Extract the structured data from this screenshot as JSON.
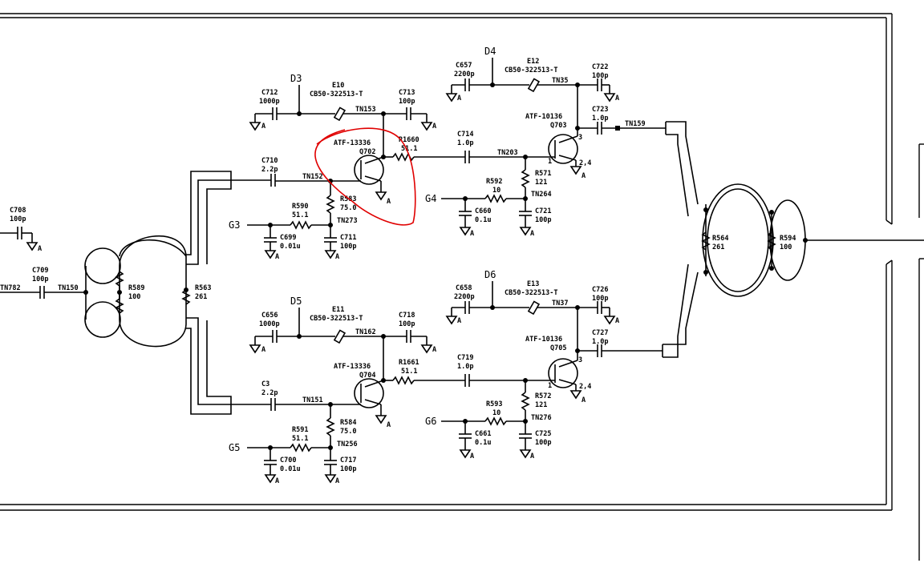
{
  "schematic": {
    "nodes": {
      "d3": "D3",
      "d4": "D4",
      "d5": "D5",
      "d6": "D6",
      "g3": "G3",
      "g4": "G4",
      "g5": "G5",
      "g6": "G6"
    },
    "nets": {
      "tn153": "TN153",
      "tn152": "TN152",
      "tn273": "TN273",
      "tn35": "TN35",
      "tn203": "TN203",
      "tn264": "TN264",
      "tn159": "TN159",
      "tn150": "TN150",
      "tn782": "TN782",
      "tn162": "TN162",
      "tn151": "TN151",
      "tn256": "TN256",
      "tn37": "TN37",
      "tn276": "TN276"
    },
    "components": {
      "c708": [
        "C708",
        "100p"
      ],
      "c709": [
        "C709",
        "100p"
      ],
      "r589": [
        "R589",
        "100"
      ],
      "r563": [
        "R563",
        "261"
      ],
      "c712": [
        "C712",
        "1000p"
      ],
      "e10": [
        "E10",
        "CB50-322513-T"
      ],
      "c713": [
        "C713",
        "100p"
      ],
      "q702": [
        "ATF-13336",
        "Q702"
      ],
      "r1660": [
        "R1660",
        "51.1"
      ],
      "c710": [
        "C710",
        "2.2p"
      ],
      "r583": [
        "R583",
        "75.0"
      ],
      "r590": [
        "R590",
        "51.1"
      ],
      "c699": [
        "C699",
        "0.01u"
      ],
      "c711": [
        "C711",
        "100p"
      ],
      "c657": [
        "C657",
        "2200p"
      ],
      "e12": [
        "E12",
        "CB50-322513-T"
      ],
      "c722": [
        "C722",
        "100p"
      ],
      "c723": [
        "C723",
        "1.0p"
      ],
      "q703": [
        "ATF-10136",
        "Q703"
      ],
      "q703_pins": [
        "1",
        "3",
        "2,4"
      ],
      "c714": [
        "C714",
        "1.0p"
      ],
      "r571": [
        "R571",
        "121"
      ],
      "r592": [
        "R592",
        "10"
      ],
      "c660": [
        "C660",
        "0.1u"
      ],
      "c721": [
        "C721",
        "100p"
      ],
      "r564": [
        "R564",
        "261"
      ],
      "r594": [
        "R594",
        "100"
      ],
      "c656": [
        "C656",
        "1000p"
      ],
      "e11": [
        "E11",
        "CB50-322513-T"
      ],
      "c718": [
        "C718",
        "100p"
      ],
      "q704": [
        "ATF-13336",
        "Q704"
      ],
      "r1661": [
        "R1661",
        "51.1"
      ],
      "c3": [
        "C3",
        "2.2p"
      ],
      "r584": [
        "R584",
        "75.0"
      ],
      "r591": [
        "R591",
        "51.1"
      ],
      "c700": [
        "C700",
        "0.01u"
      ],
      "c717": [
        "C717",
        "100p"
      ],
      "c658": [
        "C658",
        "2200p"
      ],
      "e13": [
        "E13",
        "CB50-322513-T"
      ],
      "c726": [
        "C726",
        "100p"
      ],
      "c727": [
        "C727",
        "1.0p"
      ],
      "q705": [
        "ATF-10136",
        "Q705"
      ],
      "q705_pins": [
        "1",
        "3",
        "2,4"
      ],
      "c719": [
        "C719",
        "1.0p"
      ],
      "r572": [
        "R572",
        "121"
      ],
      "r593": [
        "R593",
        "10"
      ],
      "c661": [
        "C661",
        "0.1u"
      ],
      "c725": [
        "C725",
        "100p"
      ]
    },
    "ground_label": "A",
    "highlight_color": "#e00000"
  }
}
